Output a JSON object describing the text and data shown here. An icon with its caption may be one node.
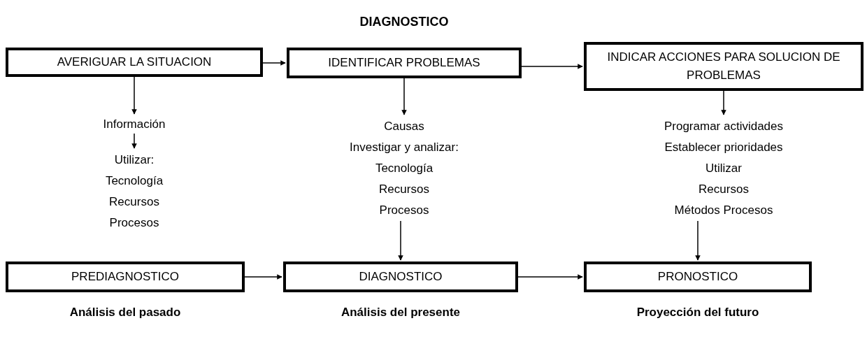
{
  "diagram": {
    "title": "DIAGNOSTICO",
    "nodes": [
      {
        "text": [
          "AVERIGUAR LA SITUACION"
        ]
      },
      {
        "text": [
          "IDENTIFICAR PROBLEMAS"
        ]
      },
      {
        "text": [
          "INDICAR ACCIONES PARA SOLUCION DE PROBLEMAS"
        ]
      },
      {
        "text": [
          "Información"
        ]
      },
      {
        "text": [
          "Utilizar:",
          "Tecnología",
          "Recursos",
          "Procesos"
        ]
      },
      {
        "text": [
          "Causas",
          "Investigar y analizar:",
          "Tecnología",
          "Recursos",
          "Procesos"
        ]
      },
      {
        "text": [
          "Programar actividades",
          "Establecer prioridades",
          "Utilizar",
          "Recursos",
          "Métodos Procesos"
        ]
      },
      {
        "text": [
          "PREDIAGNOSTICO"
        ],
        "beside": [
          "Análisis del pasado"
        ]
      },
      {
        "text": [
          "DIAGNOSTICO"
        ],
        "beside": [
          "Análisis del presente"
        ]
      },
      {
        "text": [
          "PRONOSTICO"
        ],
        "beside": [
          "Proyección del futuro"
        ]
      }
    ],
    "edges": [
      {
        "from": 0,
        "to": 1,
        "arrow": "to"
      },
      {
        "from": 1,
        "to": 2,
        "arrow": "to"
      },
      {
        "from": 0,
        "to": 3,
        "arrow": "to"
      },
      {
        "from": 3,
        "to": 4,
        "arrow": "to"
      },
      {
        "from": 1,
        "to": 5,
        "arrow": "to"
      },
      {
        "from": 2,
        "to": 6,
        "arrow": "to"
      },
      {
        "from": 5,
        "to": 8,
        "arrow": "to"
      },
      {
        "from": 6,
        "to": 9,
        "arrow": "to"
      },
      {
        "from": 7,
        "to": 8,
        "arrow": "to"
      },
      {
        "from": 8,
        "to": 9,
        "arrow": "to"
      }
    ]
  }
}
